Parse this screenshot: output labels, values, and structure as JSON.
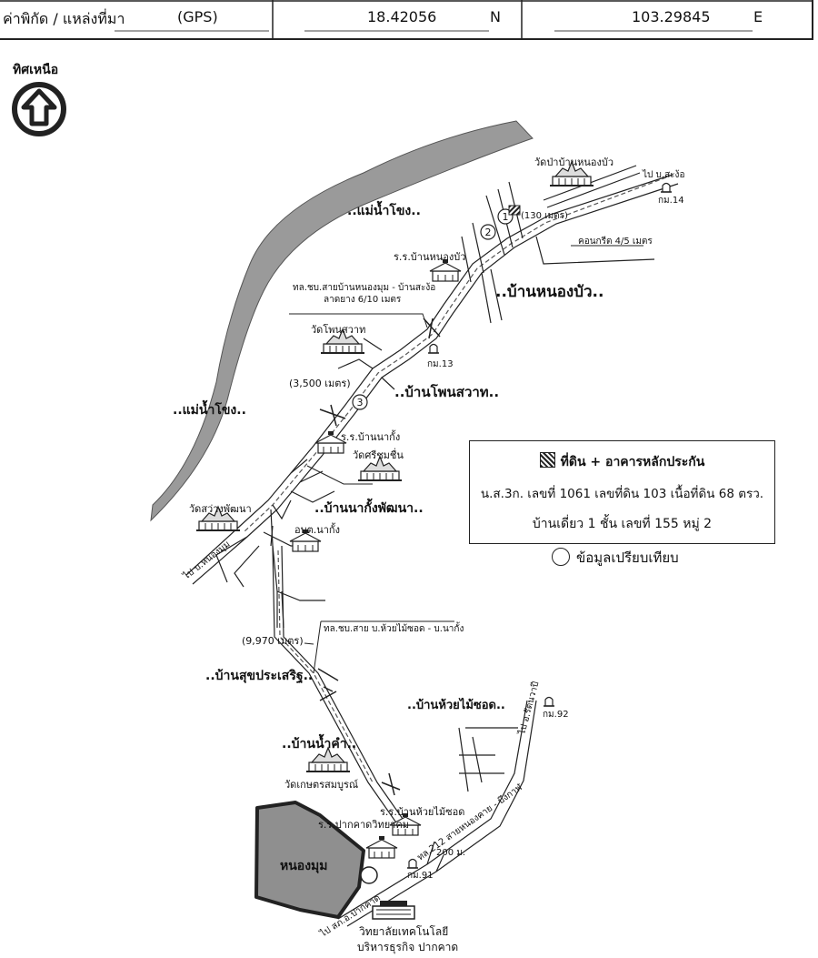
{
  "header": {
    "label": "ค่าพิกัด / แหล่งที่มา",
    "source": "(GPS)",
    "lat": "18.42056",
    "lat_unit": "N",
    "lon": "103.29845",
    "lon_unit": "E"
  },
  "north": {
    "label": "ทิศเหนือ"
  },
  "places": {
    "river1": "..แม่น้ำโขง..",
    "river2": "..แม่น้ำโขง..",
    "temple_nongbua": "วัดป่าบ้านหนองบัว",
    "to_sangsa": "ไป บ.สะง้อ",
    "km14": "กม.14",
    "dist_130": "(130 เมตร)",
    "concrete": "คอนกรีต 4/5 เมตร",
    "school_nongbua": "ร.ร.บ้านหนองบัว",
    "road1_name": "ทล.ชบ.สายบ้านหนองมุม - บ้านสะง้อ",
    "road1_surface": "ลาดยาง 6/10 เมตร",
    "village_nongbua": "..บ้านหนองบัว..",
    "temple_phonsawat": "วัดโพนสวาท",
    "km13": "กม.13",
    "dist_3500": "(3,500 เมตร)",
    "village_phonsawat": "..บ้านโพนสวาท..",
    "school_nakang": "ร.ร.บ้านนากั้ง",
    "temple_srichom": "วัดศรีชมชื่น",
    "temple_sawang": "วัดสว่างพัฒนา",
    "village_nakang": "..บ้านนากั้งพัฒนา..",
    "obt": "อบต.นากั้ง",
    "to_nongmum": "ไป บ.หนองมุม",
    "road2_name": "ทล.ชบ.สาย บ.ห้วยไม้ซอด - บ.นากั้ง",
    "dist_9970": "(9,970 เมตร)",
    "village_suk": "..บ้านสุขประเสริฐ..",
    "village_huai": "..บ้านห้วยไม้ซอด..",
    "to_rattanawapi": "ไป อ.รัตนวาปี",
    "km92": "กม.92",
    "village_namkham": "..บ้านน้ำคำ..",
    "temple_kaset": "วัดเกษตรสมบูรณ์",
    "school_huai": "ร.ร.บ้านห้วยไม้ซอด",
    "school_pakkhat": "ร.ร.ปากคาดวิทยาคม",
    "highway": "ทล.212 สายหนองคาย - บึงกาฬ",
    "dist_200": "200 ม.",
    "km91": "กม.91",
    "lake": "หนองมุม",
    "to_pakkhat": "ไป สภ.อ.ปากคาด",
    "college1": "วิทยาลัยเทคโนโลยี",
    "college2": "บริหารธุรกิจ ปากคาด",
    "num1": "1",
    "num2": "2",
    "num3": "3"
  },
  "legend": {
    "line1": "ที่ดิน + อาคารหลักประกัน",
    "line2": "น.ส.3ก. เลขที่ 1061 เลขที่ดิน 103 เนื้อที่ดิน 68 ตรว.",
    "line3": "บ้านเดี่ยว 1 ชั้น เลขที่ 155 หมู่ 2",
    "compare": "ข้อมูลเปรียบเทียบ"
  }
}
